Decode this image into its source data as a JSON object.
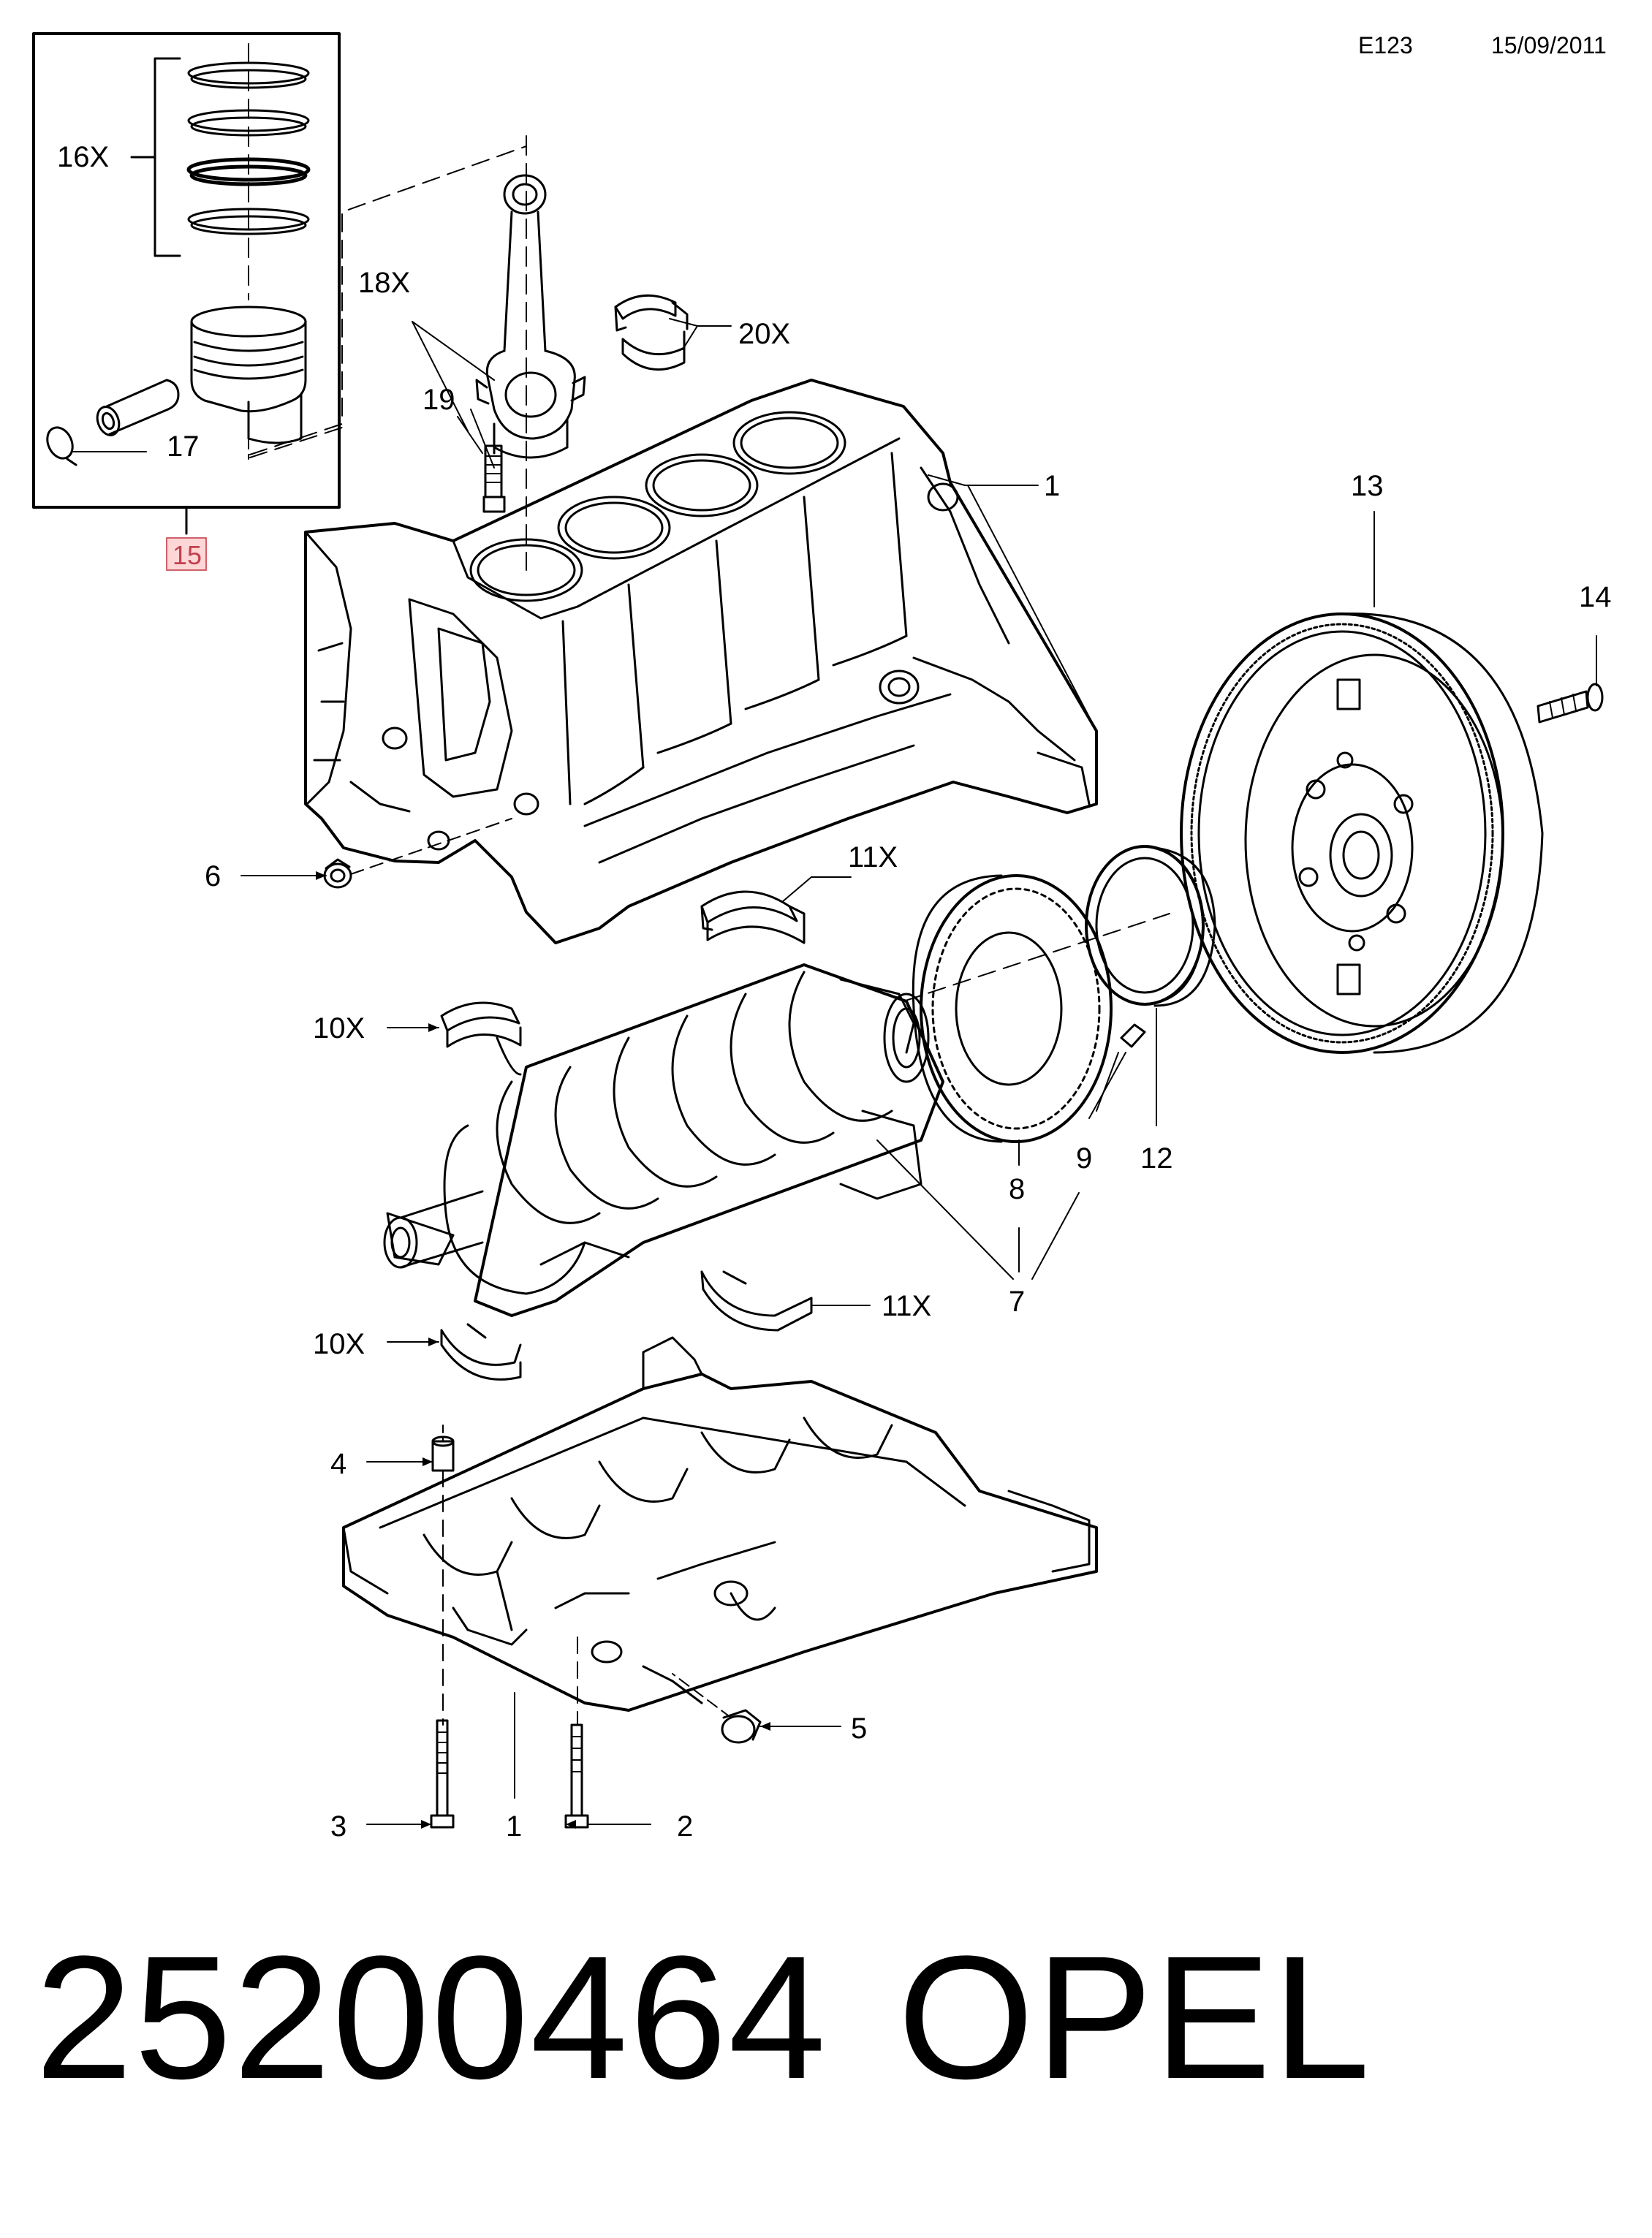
{
  "header": {
    "code": "E123",
    "date": "15/09/2011"
  },
  "footer": {
    "part_number": "25200464",
    "brand": "OPEL"
  },
  "callouts": {
    "c1": "1",
    "c1b": "1",
    "c2": "2",
    "c3": "3",
    "c4": "4",
    "c5": "5",
    "c6": "6",
    "c7": "7",
    "c8": "8",
    "c9": "9",
    "c10a": "10X",
    "c10b": "10X",
    "c11a": "11X",
    "c11b": "11X",
    "c12": "12",
    "c13": "13",
    "c14": "14",
    "c15": "15",
    "c16": "16X",
    "c17": "17",
    "c18": "18X",
    "c19": "19",
    "c20": "20X"
  },
  "colors": {
    "line": "#000000",
    "highlight_fill": "#ffd6d6",
    "highlight_stroke": "#d0606a"
  }
}
